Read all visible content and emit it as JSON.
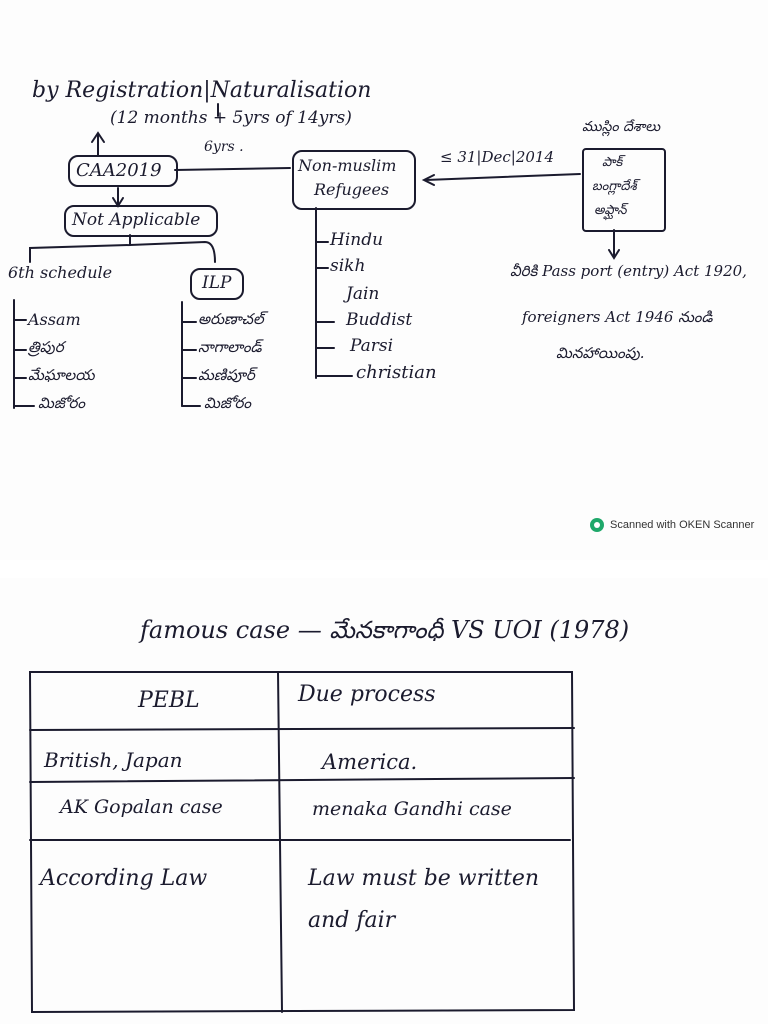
{
  "top": {
    "by_registration": "by Registration|Naturalisation",
    "period": "(12 months + 5yrs of 14yrs)",
    "sixyrs": "6yrs .",
    "caa": "CAA2019",
    "non_muslim": [
      "Non-muslim",
      "Refugees"
    ],
    "cutoff": "≤ 31|Dec|2014",
    "muslim_country_header": "ముస్లిం దేశాలు",
    "countries": [
      "పాక్",
      "బంగ్లాదేశ్",
      "అఫ్ఘాన్"
    ],
    "not_applicable": "Not Applicable",
    "sixth_schedule": "6th schedule",
    "schedule_states": [
      "Assam",
      "త్రిపుర",
      "మేఘాలయ",
      "మిజోరం"
    ],
    "ilp": "ILP",
    "ilp_states": [
      "అరుణాచల్",
      "నాగాలాండ్",
      "మణిపూర్",
      "మిజోరం"
    ],
    "religions": [
      "Hindu",
      "sikh",
      "Jain",
      "Buddist",
      "Parsi",
      "christian"
    ],
    "act_note": [
      "వీరికి Pass port (entry) Act 1920,",
      "foreigners Act 1946 నుండి",
      "మినహాయింపు."
    ],
    "scanner_label": "Scanned with OKEN Scanner"
  },
  "bottom": {
    "title": "famous case — మేనకాగాంధీ VS UOI (1978)",
    "table": {
      "headers": [
        "PEBL",
        "Due process"
      ],
      "rows": [
        [
          "British, Japan",
          "America."
        ],
        [
          "AK Gopalan case",
          "menaka Gandhi case"
        ],
        [
          "According Law",
          "Law must be written and fair"
        ]
      ]
    }
  }
}
